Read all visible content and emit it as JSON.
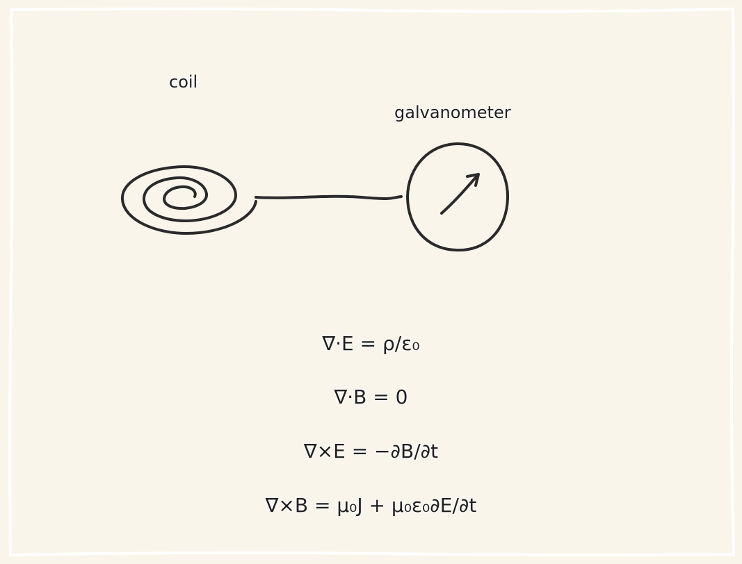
{
  "colors": {
    "background": "#f9f5eb",
    "ink": "#2a2a2a",
    "frame": "#ffffff"
  },
  "labels": {
    "coil": "coil",
    "galvanometer": "galvanometer"
  },
  "equations": [
    "∇·E = ρ/ε₀",
    "∇·B = 0",
    "∇×E = −∂B/∂t",
    "∇×B = μ₀J + μ₀ε₀∂E/∂t"
  ],
  "icons": {
    "coil": "spiral-coil-icon",
    "galvanometer": "galvanometer-dial-icon",
    "needle": "needle-arrow-icon"
  }
}
